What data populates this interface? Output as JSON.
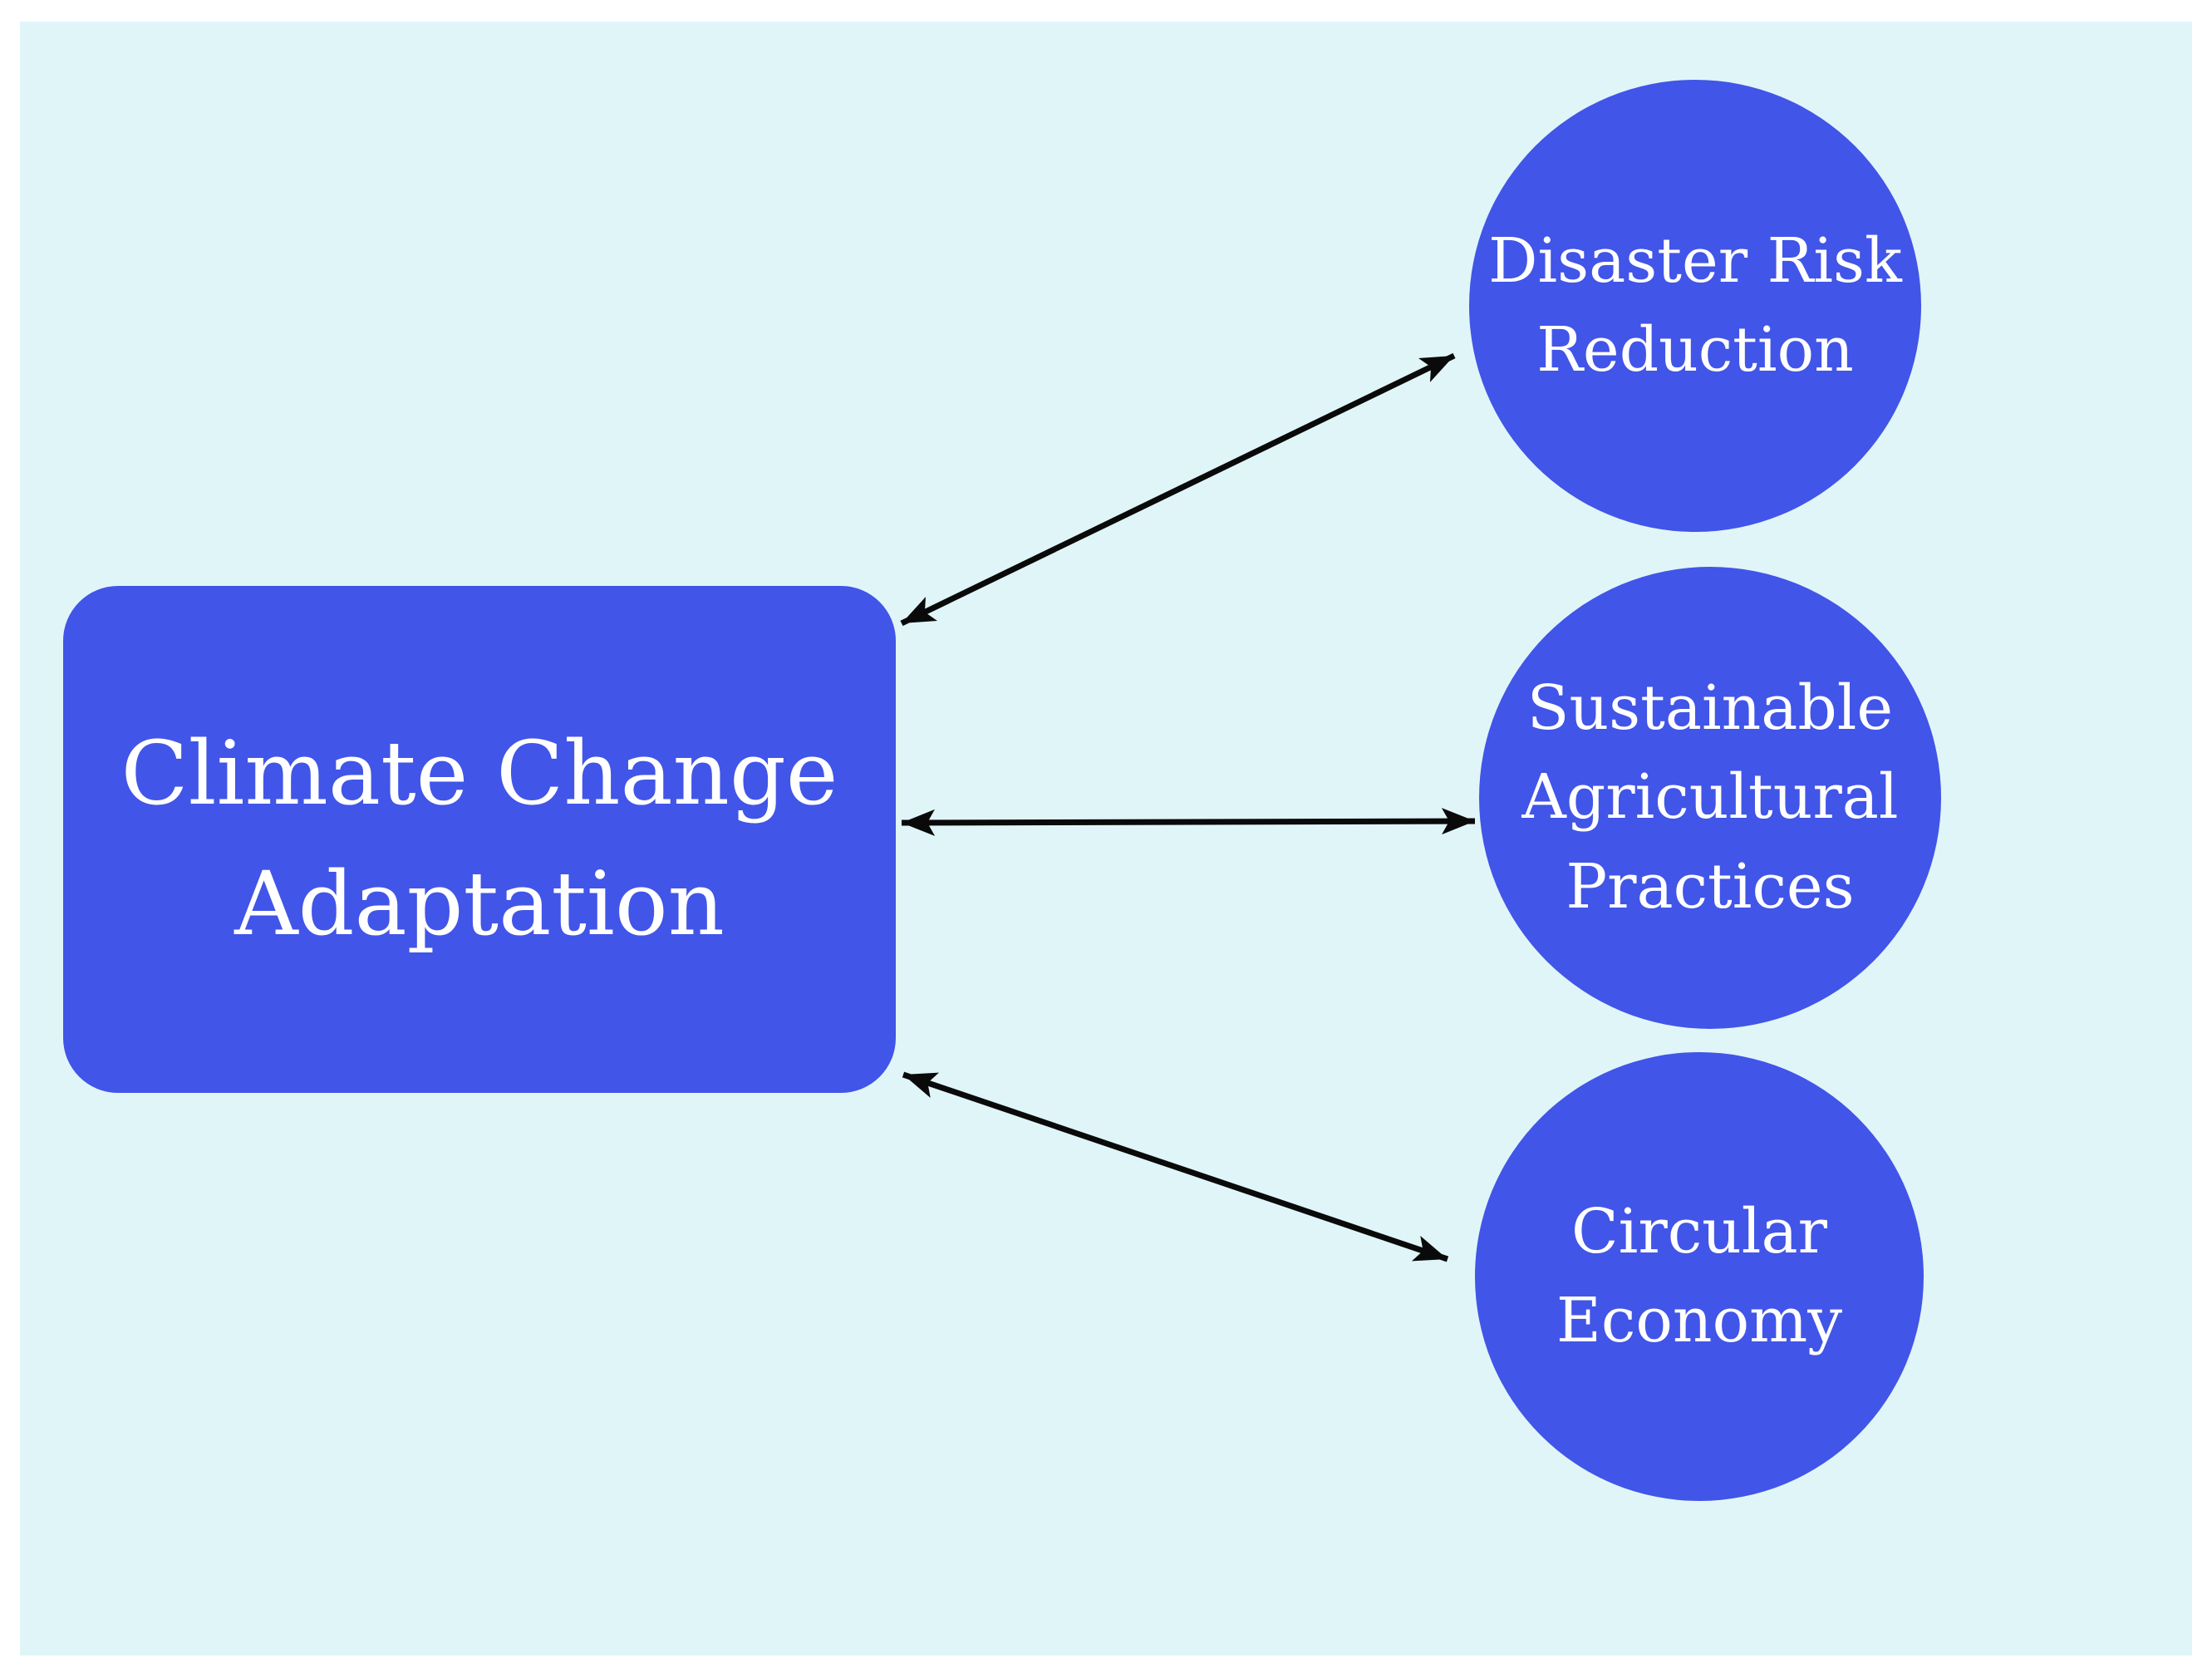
{
  "canvas": {
    "background": "#e0f5f8",
    "page_background": "#ffffff"
  },
  "theme": {
    "node_fill": "#4155e8",
    "node_text_color": "#ffffff",
    "arrow_color": "#0a0a0a"
  },
  "diagram": {
    "type": "mindmap",
    "root": {
      "id": "climate-change-adaptation",
      "label": "Climate Change Adaptation",
      "lines": [
        "Climate Change",
        "Adaptation"
      ]
    },
    "branches": [
      {
        "id": "disaster-risk-reduction",
        "label": "Disaster Risk Reduction",
        "lines": [
          "Disaster Risk",
          "Reduction"
        ]
      },
      {
        "id": "sustainable-agricultural-practices",
        "label": "Sustainable Agricultural Practices",
        "lines": [
          "Sustainable",
          "Agricultural",
          "Practices"
        ]
      },
      {
        "id": "circular-economy",
        "label": "Circular Economy",
        "lines": [
          "Circular",
          "Economy"
        ]
      }
    ],
    "edges": [
      {
        "from": "climate-change-adaptation",
        "to": "disaster-risk-reduction",
        "bidirectional": true
      },
      {
        "from": "climate-change-adaptation",
        "to": "sustainable-agricultural-practices",
        "bidirectional": true
      },
      {
        "from": "climate-change-adaptation",
        "to": "circular-economy",
        "bidirectional": true
      }
    ]
  }
}
